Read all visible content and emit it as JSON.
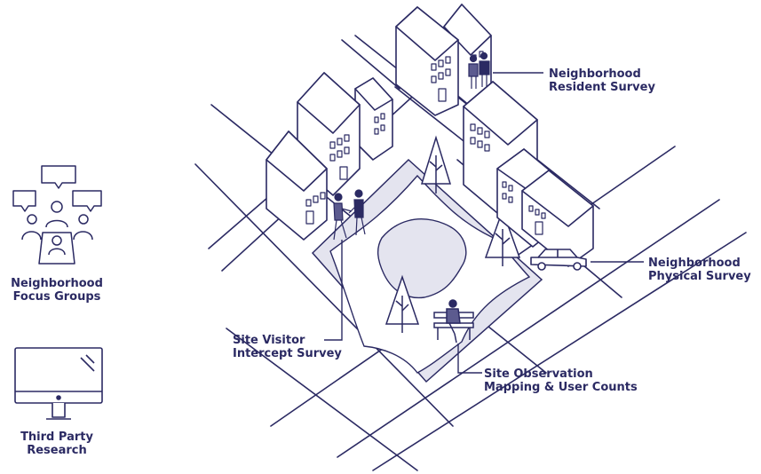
{
  "colors": {
    "ink": "#2b2a63",
    "park_fill": "#e4e4ef",
    "building_fill": "#ffffff",
    "background": "#ffffff"
  },
  "labels": {
    "focus_groups": [
      "Neighborhood",
      "Focus Groups"
    ],
    "third_party": [
      "Third Party",
      "Research"
    ],
    "resident_survey": [
      "Neighborhood",
      "Resident Survey"
    ],
    "physical_survey": [
      "Neighborhood",
      "Physical Survey"
    ],
    "intercept_survey": [
      "Site Visitor",
      "Intercept Survey"
    ],
    "observation": [
      "Site Observation",
      "Mapping & User Counts"
    ]
  },
  "icons": {
    "focus_groups": "meeting-table-icon",
    "third_party": "desktop-monitor-icon",
    "resident_survey": "residents-couple-icon",
    "physical_survey": "car-icon",
    "intercept_survey": "two-people-talking-icon",
    "observation": "person-on-bench-icon"
  }
}
